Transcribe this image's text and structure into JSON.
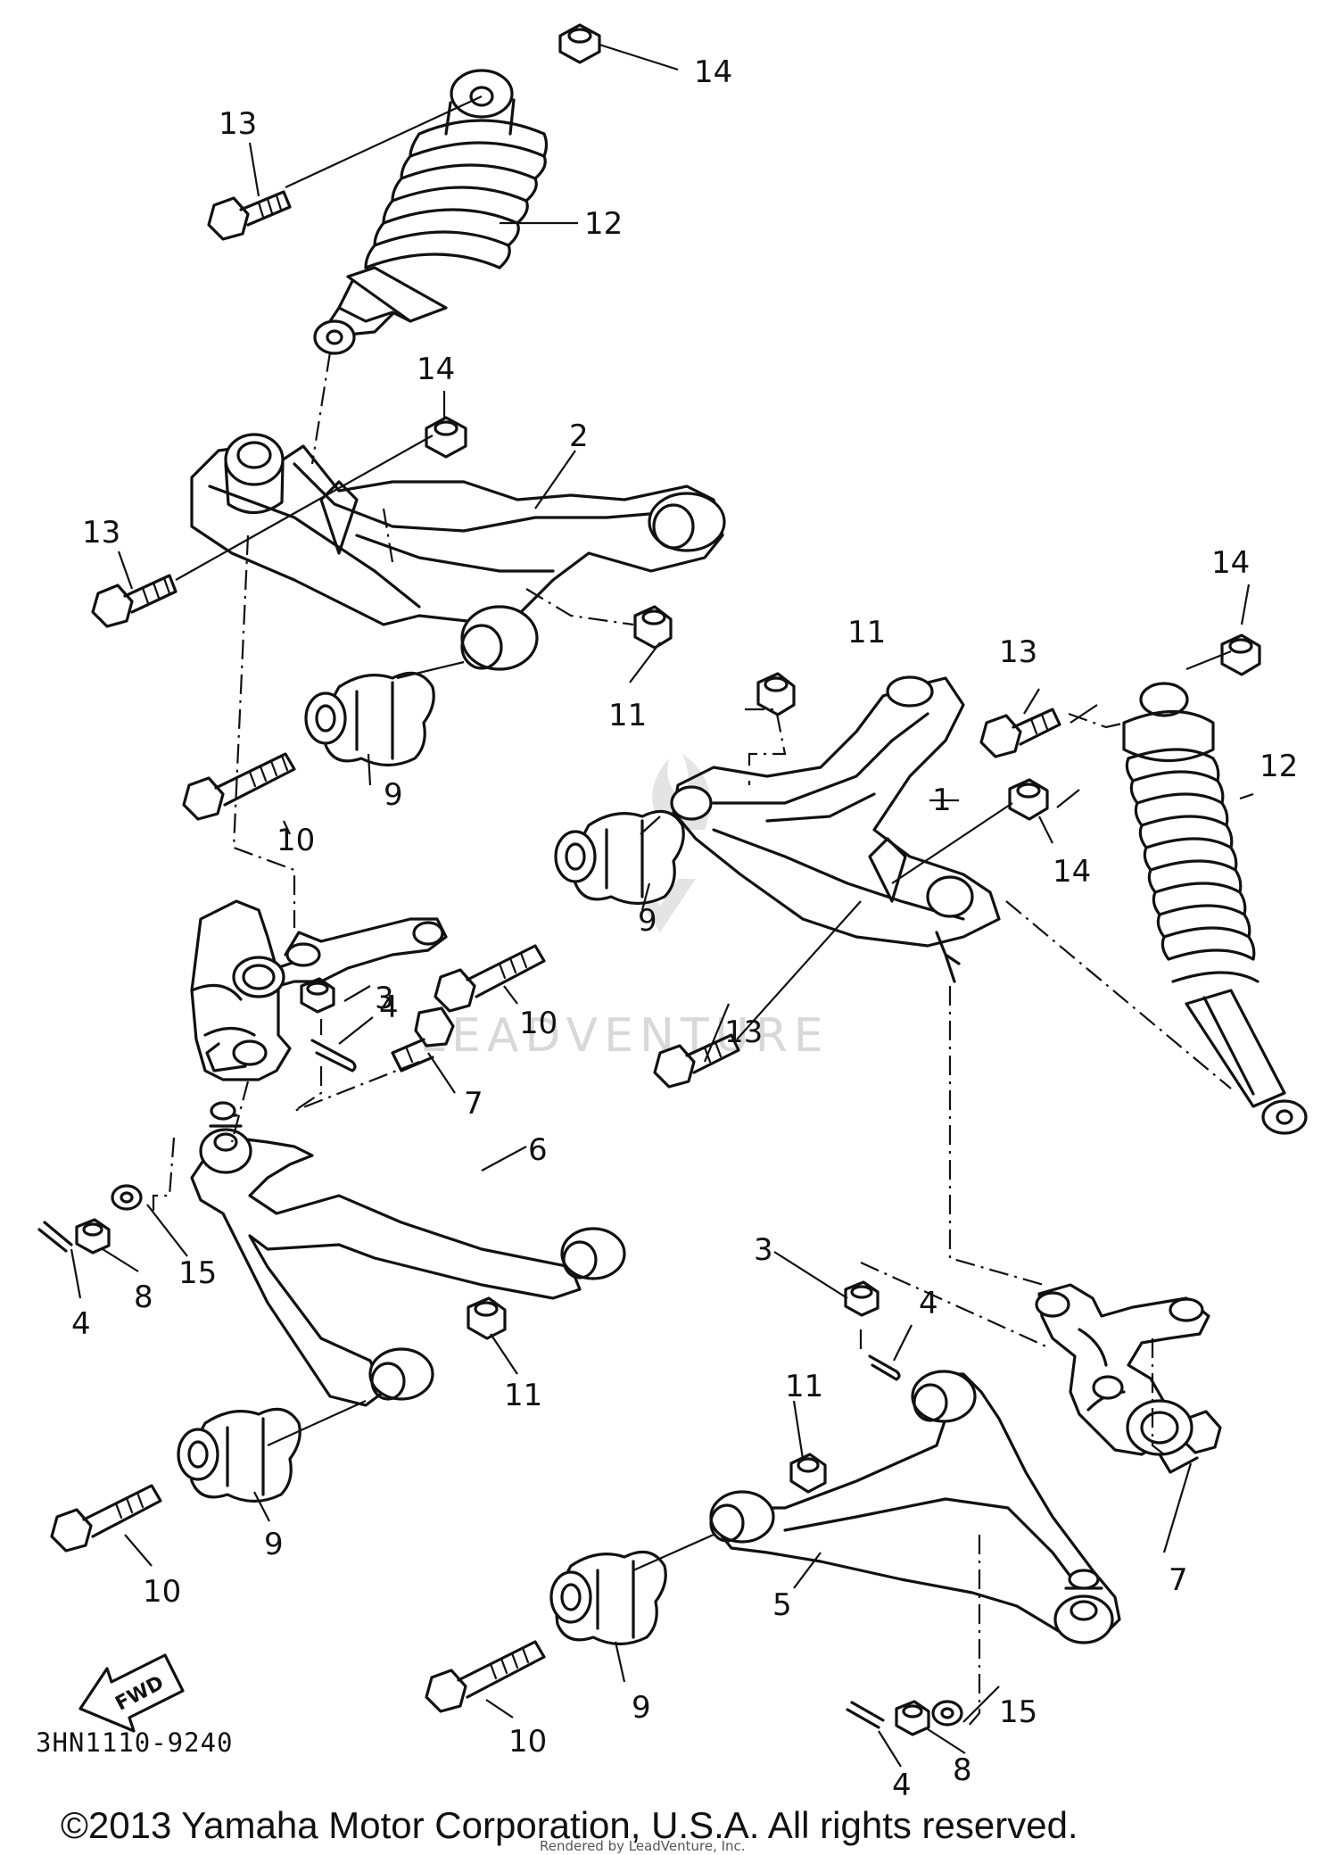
{
  "diagram": {
    "part_code": "3HN1110-9240",
    "copyright": "©2013 Yamaha Motor Corporation, U.S.A. All rights reserved.",
    "watermark": "LEADVENTURE",
    "rendered_by": "Rendered by LeadVenture, Inc.",
    "fwd_label": "FWD"
  },
  "callouts": [
    "14",
    "13",
    "12",
    "14",
    "2",
    "13",
    "11",
    "9",
    "10",
    "11",
    "13",
    "14",
    "12",
    "1",
    "14",
    "9",
    "10",
    "13",
    "3",
    "4",
    "7",
    "6",
    "15",
    "8",
    "4",
    "11",
    "9",
    "10",
    "3",
    "4",
    "11",
    "5",
    "7",
    "9",
    "10",
    "15",
    "8",
    "4"
  ]
}
